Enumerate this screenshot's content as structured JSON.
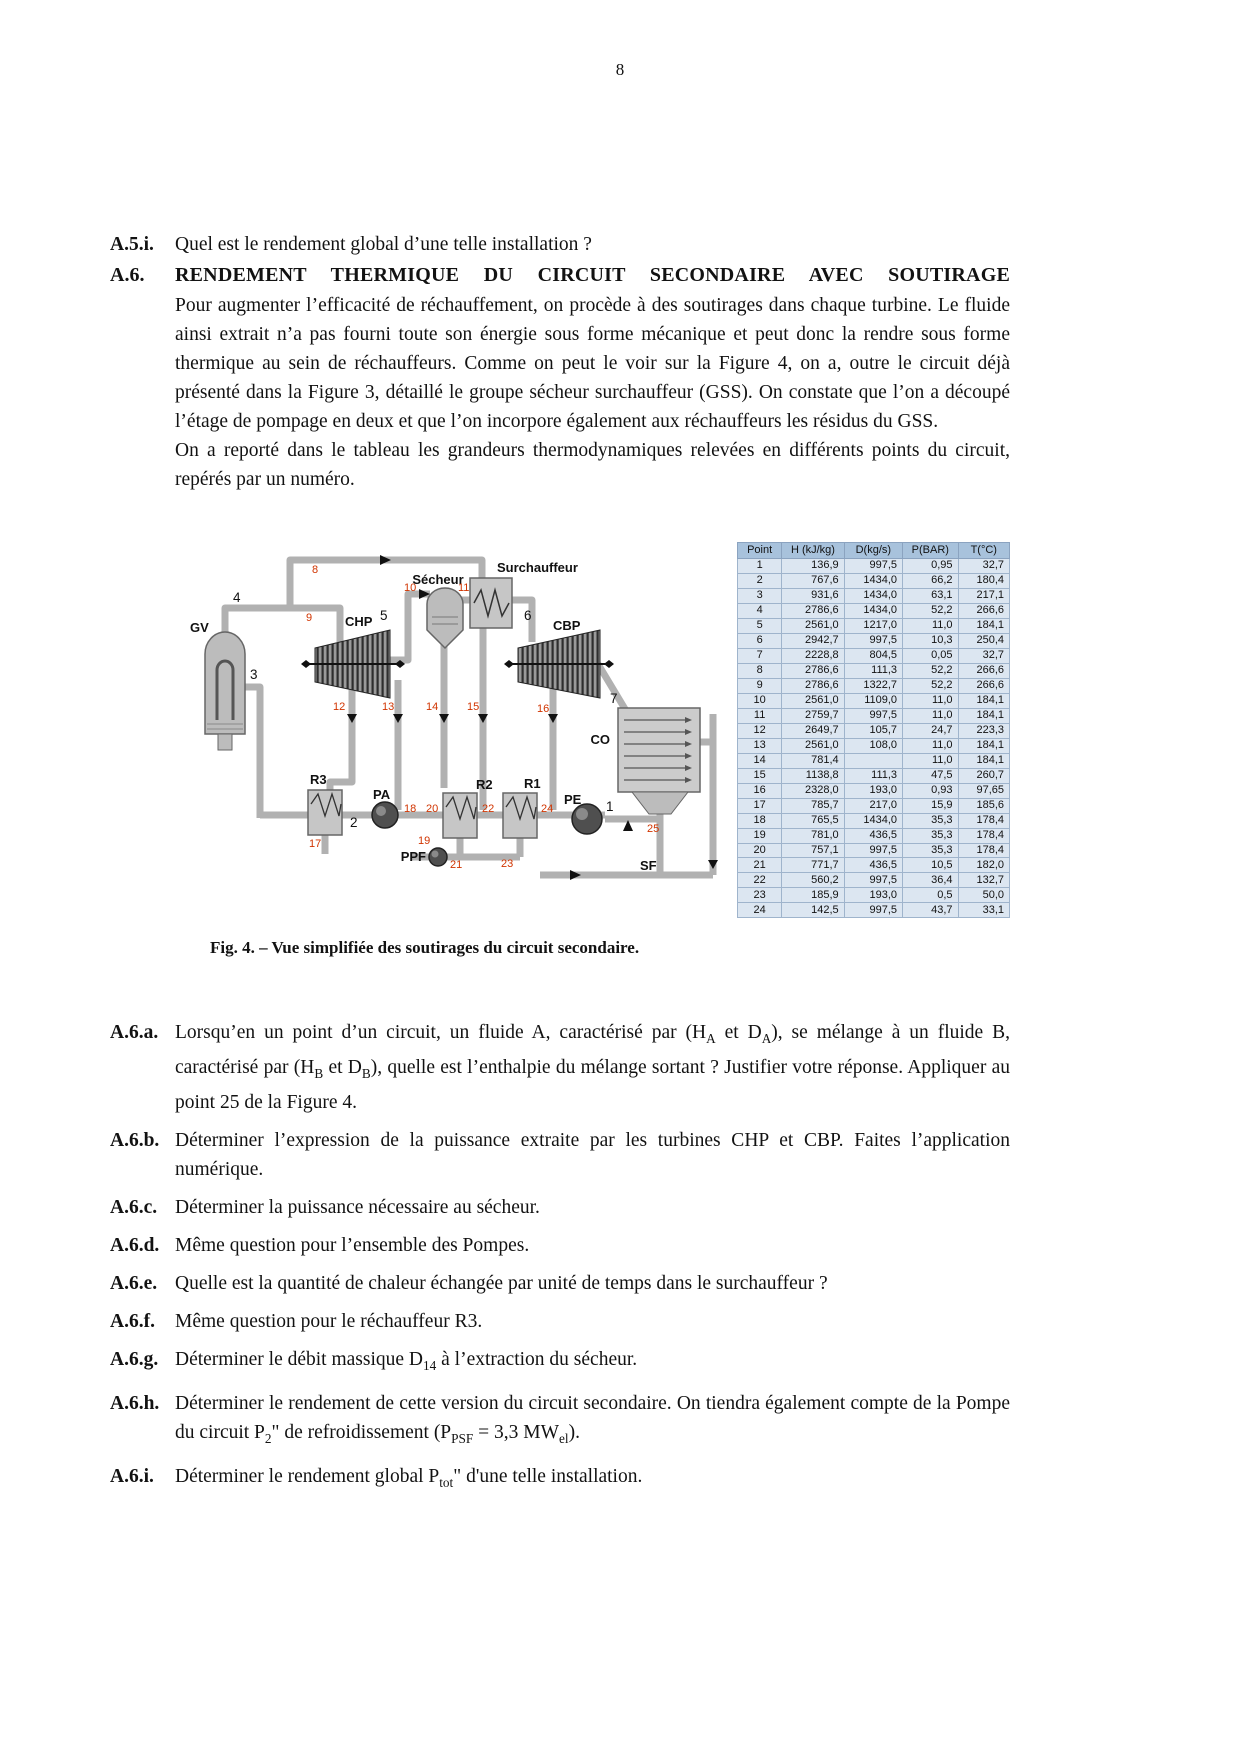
{
  "page": {
    "number": "8"
  },
  "intro_question": {
    "label": "A.5.i.",
    "text": "Quel est le rendement global d’une telle installation ?"
  },
  "section": {
    "label": "A.6.",
    "title": "RENDEMENT THERMIQUE DU CIRCUIT SECONDAIRE AVEC SOUTIRAGE",
    "paragraphs": [
      "Pour augmenter l’efficacité de réchauffement, on procède à des soutirages dans chaque turbine. Le fluide ainsi extrait n’a pas fourni toute son énergie sous forme mécanique et peut donc la rendre sous forme thermique au sein de réchauffeurs. Comme on peut le voir sur la Figure 4, on a, outre le circuit déjà présenté dans la Figure 3, détaillé le groupe sécheur surchauffeur (GSS). On constate que l’on a découpé l’étage de pompage en deux et que l’on incorpore également aux réchauffeurs les résidus du GSS.",
      "On a reporté dans le tableau les grandeurs thermodynamiques relevées en différents points du circuit, repérés par un numéro."
    ]
  },
  "figure": {
    "caption": "Fig. 4. – Vue simplifiée des soutirages du circuit secondaire.",
    "red_label_color": "#d13400",
    "labels": {
      "gv": "GV",
      "chp": "CHP",
      "cbp": "CBP",
      "secheur": "Sécheur",
      "surchauffeur": "Surchauffeur",
      "co": "CO",
      "r1": "R1",
      "r2": "R2",
      "r3": "R3",
      "pa": "PA",
      "pe": "PE",
      "ppf": "PPF",
      "sf": "SF"
    },
    "points": {
      "n1": "1",
      "n2": "2",
      "n3": "3",
      "n4": "4",
      "n5": "5",
      "n6": "6",
      "n7": "7",
      "n8": "8",
      "n9": "9",
      "n10": "10",
      "n11": "11",
      "n12": "12",
      "n13": "13",
      "n14": "14",
      "n15": "15",
      "n16": "16",
      "n17": "17",
      "n18": "18",
      "n19": "19",
      "n20": "20",
      "n21": "21",
      "n22": "22",
      "n23": "23",
      "n24": "24",
      "n25": "25"
    }
  },
  "table": {
    "header_bg": "#a8c2dc",
    "row_bg": "#dce6f1",
    "headers": [
      "Point",
      "H (kJ/kg)",
      "D(kg/s)",
      "P(BAR)",
      "T(°C)"
    ],
    "rows": [
      [
        "1",
        "136,9",
        "997,5",
        "0,95",
        "32,7"
      ],
      [
        "2",
        "767,6",
        "1434,0",
        "66,2",
        "180,4"
      ],
      [
        "3",
        "931,6",
        "1434,0",
        "63,1",
        "217,1"
      ],
      [
        "4",
        "2786,6",
        "1434,0",
        "52,2",
        "266,6"
      ],
      [
        "5",
        "2561,0",
        "1217,0",
        "11,0",
        "184,1"
      ],
      [
        "6",
        "2942,7",
        "997,5",
        "10,3",
        "250,4"
      ],
      [
        "7",
        "2228,8",
        "804,5",
        "0,05",
        "32,7"
      ],
      [
        "8",
        "2786,6",
        "111,3",
        "52,2",
        "266,6"
      ],
      [
        "9",
        "2786,6",
        "1322,7",
        "52,2",
        "266,6"
      ],
      [
        "10",
        "2561,0",
        "1109,0",
        "11,0",
        "184,1"
      ],
      [
        "11",
        "2759,7",
        "997,5",
        "11,0",
        "184,1"
      ],
      [
        "12",
        "2649,7",
        "105,7",
        "24,7",
        "223,3"
      ],
      [
        "13",
        "2561,0",
        "108,0",
        "11,0",
        "184,1"
      ],
      [
        "14",
        "781,4",
        "",
        "11,0",
        "184,1"
      ],
      [
        "15",
        "1138,8",
        "111,3",
        "47,5",
        "260,7"
      ],
      [
        "16",
        "2328,0",
        "193,0",
        "0,93",
        "97,65"
      ],
      [
        "17",
        "785,7",
        "217,0",
        "15,9",
        "185,6"
      ],
      [
        "18",
        "765,5",
        "1434,0",
        "35,3",
        "178,4"
      ],
      [
        "19",
        "781,0",
        "436,5",
        "35,3",
        "178,4"
      ],
      [
        "20",
        "757,1",
        "997,5",
        "35,3",
        "178,4"
      ],
      [
        "21",
        "771,7",
        "436,5",
        "10,5",
        "182,0"
      ],
      [
        "22",
        "560,2",
        "997,5",
        "36,4",
        "132,7"
      ],
      [
        "23",
        "185,9",
        "193,0",
        "0,5",
        "50,0"
      ],
      [
        "24",
        "142,5",
        "997,5",
        "43,7",
        "33,1"
      ]
    ]
  },
  "questions": [
    {
      "label": "A.6.a.",
      "segments": [
        {
          "text": "Lorsqu’en un point d’un circuit, un fluide A, caractérisé par (H"
        },
        {
          "text": "A",
          "sub": true
        },
        {
          "text": " et D"
        },
        {
          "text": "A",
          "sub": true
        },
        {
          "text": "), se mélange à un fluide B, caractérisé par (H"
        },
        {
          "text": "B",
          "sub": true
        },
        {
          "text": " et D"
        },
        {
          "text": "B",
          "sub": true
        },
        {
          "text": "), quelle est l’enthalpie du mélange sortant ? Justifier votre réponse. Appliquer au point 25 de la Figure 4."
        }
      ]
    },
    {
      "label": "A.6.b.",
      "segments": [
        {
          "text": "Déterminer l’expression de la puissance extraite par les turbines CHP et CBP. Faites l’application numérique."
        }
      ]
    },
    {
      "label": "A.6.c.",
      "segments": [
        {
          "text": "Déterminer la puissance nécessaire au sécheur."
        }
      ]
    },
    {
      "label": "A.6.d.",
      "segments": [
        {
          "text": "Même question pour l’ensemble des Pompes."
        }
      ]
    },
    {
      "label": "A.6.e.",
      "segments": [
        {
          "text": "Quelle est la quantité de chaleur échangée par unité de temps dans le surchauffeur ?"
        }
      ]
    },
    {
      "label": "A.6.f.",
      "segments": [
        {
          "text": "Même question pour le réchauffeur R3."
        }
      ]
    },
    {
      "label": "A.6.g.",
      "segments": [
        {
          "text": "Déterminer le débit massique D"
        },
        {
          "text": "14",
          "sub": true
        },
        {
          "text": " à l’extraction du sécheur."
        }
      ]
    },
    {
      "label": "A.6.h.",
      "segments": [
        {
          "text": "Déterminer le rendement de cette version du circuit secondaire. On tiendra également compte de la Pompe du circuit P"
        },
        {
          "text": "2",
          "sub": true
        },
        {
          "text": "\" de refroidissement (P"
        },
        {
          "text": "PSF",
          "sub": true
        },
        {
          "text": " = 3,3 MW"
        },
        {
          "text": "el",
          "sub": true
        },
        {
          "text": ")."
        }
      ]
    },
    {
      "label": "A.6.i.",
      "segments": [
        {
          "text": "Déterminer le rendement global P"
        },
        {
          "text": "tot",
          "sub": true
        },
        {
          "text": "\" d'une telle installation."
        }
      ]
    }
  ]
}
